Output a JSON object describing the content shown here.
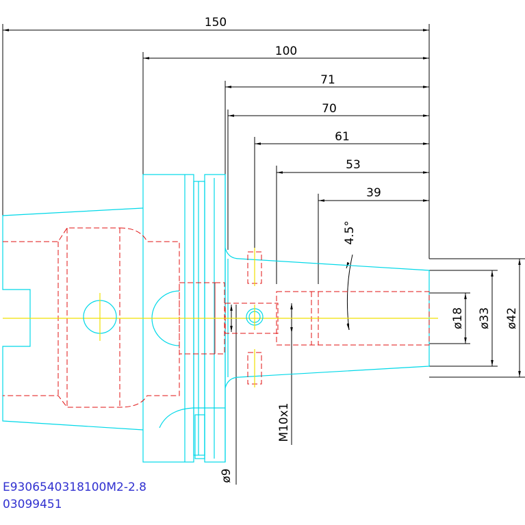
{
  "dimensions": {
    "d150": "150",
    "d100": "100",
    "d71": "71",
    "d70": "70",
    "d61": "61",
    "d53": "53",
    "d39": "39",
    "angle": "4.5°",
    "dia18": "ø18",
    "dia33": "ø33",
    "dia42": "ø42",
    "dia9": "ø9",
    "thread": "M10x1"
  },
  "part": {
    "code1": "E9306540318100M2-2.8",
    "code2": "03099451"
  },
  "colors": {
    "outline": "#00d8e8",
    "hidden": "#e01010",
    "center": "#f0e000",
    "dimension": "#000000",
    "code": "#3030d0"
  }
}
